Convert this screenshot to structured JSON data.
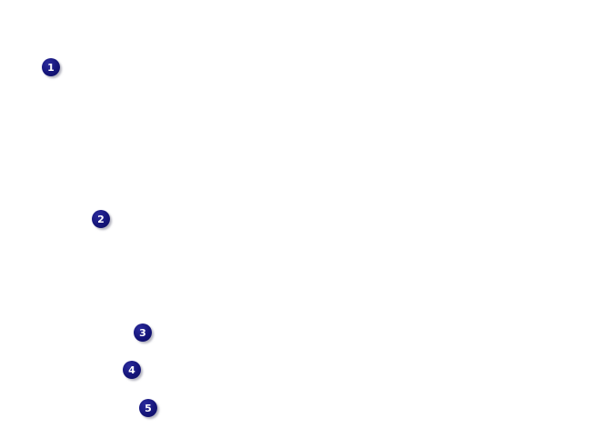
{
  "callouts": [
    {
      "label": "1"
    },
    {
      "label": "2"
    },
    {
      "label": "3"
    },
    {
      "label": "4"
    },
    {
      "label": "5"
    }
  ],
  "colors": {
    "callout_fill": "#15157a",
    "callout_text": "#ffffff",
    "background": "#ffffff"
  }
}
